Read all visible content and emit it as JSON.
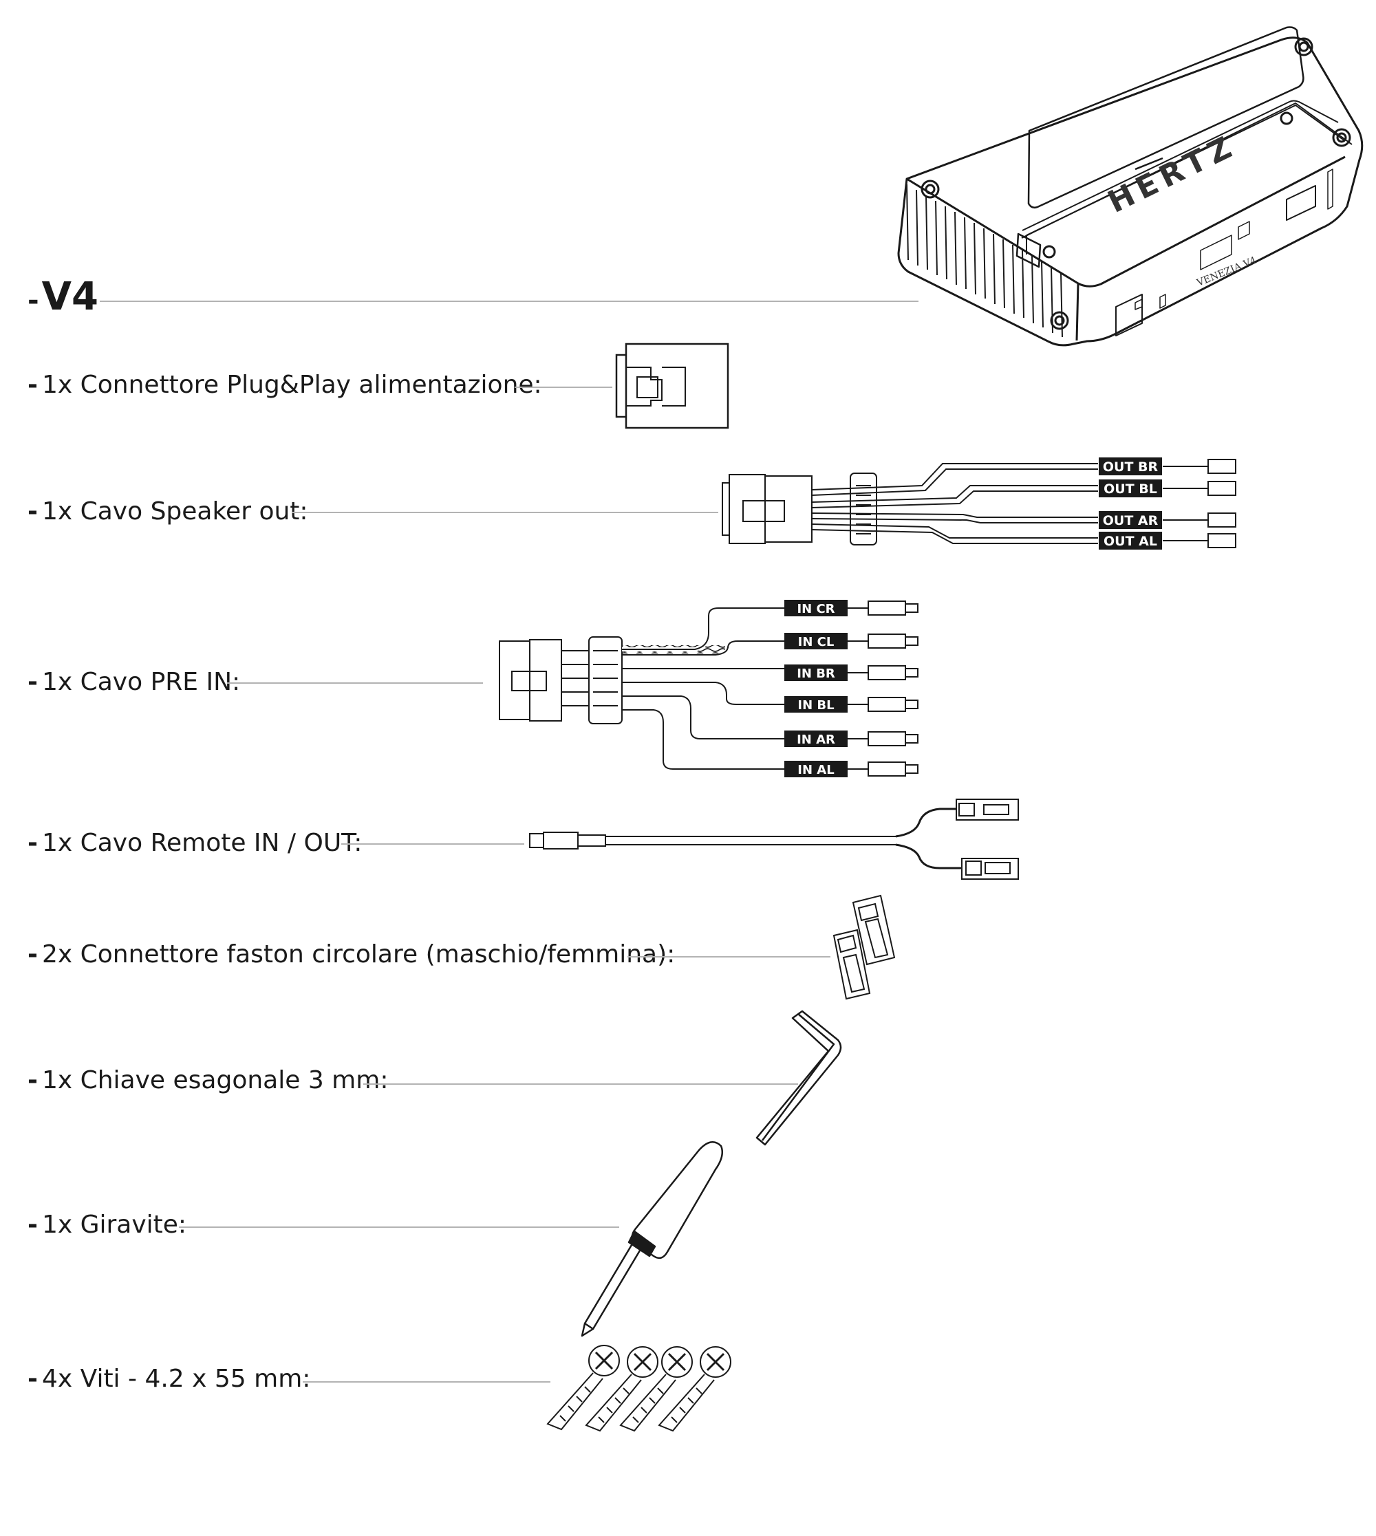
{
  "title": {
    "dash": "-",
    "model": "V4"
  },
  "items": [
    {
      "dash": "-",
      "label": "1x Connettore Plug&Play alimentazione:"
    },
    {
      "dash": "-",
      "label": "1x Cavo Speaker out:"
    },
    {
      "dash": "-",
      "label": "1x Cavo PRE IN:"
    },
    {
      "dash": "-",
      "label": "1x Cavo Remote IN / OUT:"
    },
    {
      "dash": "-",
      "label": "2x Connettore faston circolare (maschio/femmina):"
    },
    {
      "dash": "-",
      "label": "1x Chiave esagonale 3 mm:"
    },
    {
      "dash": "-",
      "label": "1x Giravite:"
    },
    {
      "dash": "-",
      "label": "4x Viti - 4.2 x 55 mm:"
    }
  ],
  "amplifier": {
    "brand": "HERTZ",
    "model_mark": "VENEZIA V4"
  },
  "speaker_out_labels": [
    "OUT BR",
    "OUT BL",
    "OUT AR",
    "OUT AL"
  ],
  "pre_in_labels": [
    "IN CR",
    "IN CL",
    "IN BR",
    "IN BL",
    "IN AR",
    "IN AL"
  ],
  "colors": {
    "text": "#1a1a1a",
    "leader": "#b3b3b3",
    "label_bg": "#1a1a1a",
    "label_text": "#ffffff"
  }
}
